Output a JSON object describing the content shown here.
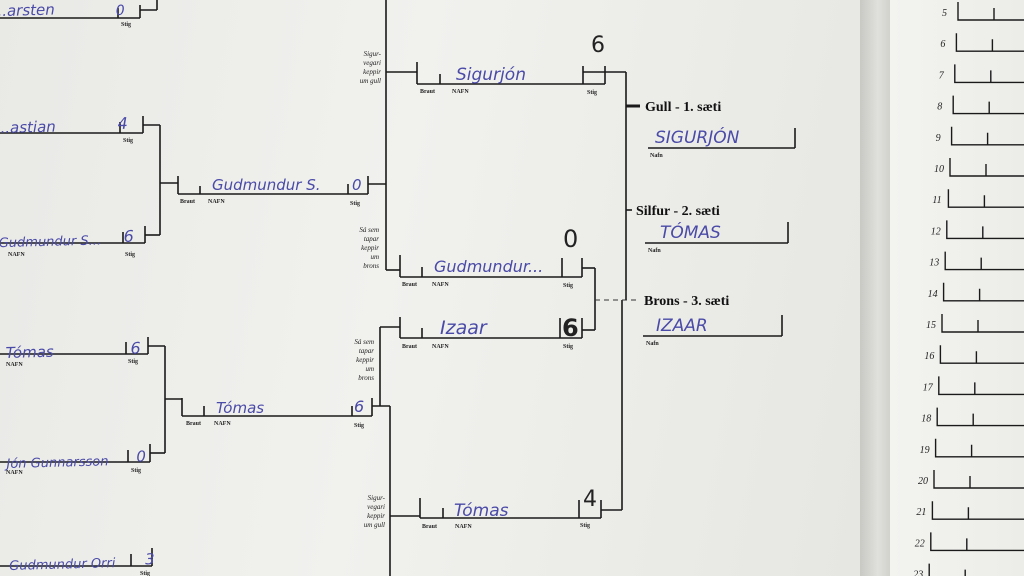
{
  "left_column": [
    {
      "name": "...arsten",
      "score": "0"
    },
    {
      "name": "...astian",
      "score": "4"
    },
    {
      "name": "Gudmundur S...",
      "score": "6"
    },
    {
      "name": "Tómas",
      "score": "6"
    },
    {
      "name": "Jón Gunnarsson",
      "score": "0"
    },
    {
      "name": "Gudmundur Orri",
      "score": "3"
    }
  ],
  "mid_column": [
    {
      "name": "Gudmundur S.",
      "score": "0"
    },
    {
      "name": "Tómas",
      "score": "6"
    }
  ],
  "semi_column": [
    {
      "name": "Sigurjón",
      "score": "6"
    },
    {
      "name": "Gudmundur...",
      "score": "0"
    },
    {
      "name": "Izaar",
      "score": "6"
    },
    {
      "name": "Tómas",
      "score": "4"
    }
  ],
  "labels": {
    "brautnafn_braut": "Braut",
    "brautnafn_nafn": "NAFN",
    "stig": "Stig",
    "nafn": "Nafn",
    "winner_note": [
      "Sigur-",
      "vegari",
      "keppir",
      "um gull"
    ],
    "loser_note": [
      "Sá sem",
      "tapar",
      "keppir",
      "um",
      "brons"
    ]
  },
  "podium": [
    {
      "place": "Gull - 1. sæti",
      "name": "SIGURJÓN"
    },
    {
      "place": "Silfur - 2. sæti",
      "name": "TÓMAS"
    },
    {
      "place": "Brons - 3. sæti",
      "name": "IZAAR"
    }
  ],
  "right_numbers": [
    "5",
    "6",
    "7",
    "8",
    "9",
    "10",
    "11",
    "12",
    "13",
    "14",
    "15",
    "16",
    "17",
    "18",
    "19",
    "20",
    "21",
    "22",
    "23"
  ]
}
